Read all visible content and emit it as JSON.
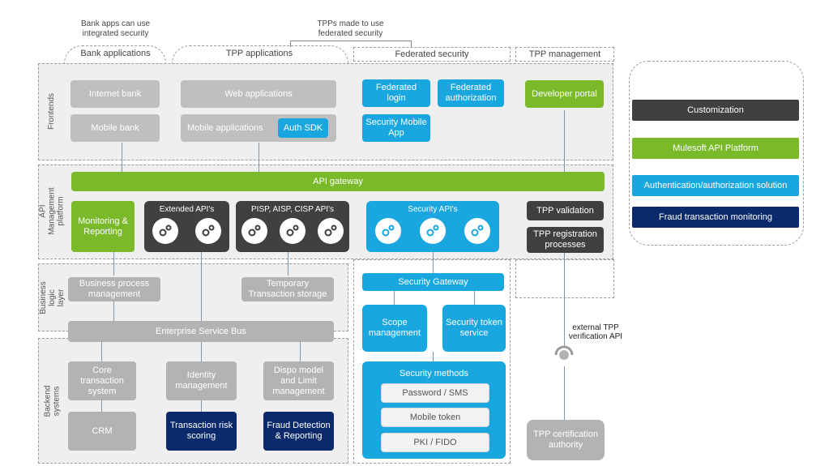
{
  "notes": {
    "bank_apps": "Bank apps can use integrated security",
    "tpps": "TPPs made to use federated security",
    "external_api": "external TPP verification API"
  },
  "column_headers": {
    "bank_applications": "Bank applications",
    "tpp_applications": "TPP applications",
    "federated_security": "Federated security",
    "tpp_management": "TPP management"
  },
  "layers": {
    "frontends": "Frontends",
    "api_management": "API Management platform",
    "business_logic": "Business logic layer",
    "backend": "Backend systems"
  },
  "frontends": {
    "internet_bank": "Internet bank",
    "mobile_bank": "Mobile bank",
    "web_applications": "Web applications",
    "mobile_applications": "Mobile applications",
    "auth_sdk": "Auth SDK",
    "federated_login": "Federated login",
    "federated_authorization": "Federated authorization",
    "security_mobile_app": "Security Mobile App",
    "developer_portal": "Developer portal"
  },
  "api_platform": {
    "api_gateway": "API gateway",
    "monitoring": "Monitoring & Reporting",
    "extended_apis": "Extended API's",
    "pisp_apis": "PISP, AISP, CISP API's",
    "security_apis": "Security API's",
    "tpp_validation": "TPP validation",
    "tpp_registration": "TPP registration processes"
  },
  "business_logic": {
    "business_process": "Business process management",
    "temporary_storage": "Temporary Transaction storage",
    "esb": "Enterprise Service Bus"
  },
  "security": {
    "gateway": "Security Gateway",
    "scope": "Scope management",
    "token_service": "Security token service",
    "methods": "Security methods",
    "password": "Password / SMS",
    "mobile_token": "Mobile token",
    "pki": "PKI / FIDO"
  },
  "backend": {
    "core": "Core transaction system",
    "identity": "Identity management",
    "dispo": "Dispo model and Limit management",
    "crm": "CRM",
    "risk": "Transaction risk scoring",
    "fraud": "Fraud Detection & Reporting"
  },
  "tpp_cert": "TPP certification authority",
  "legend": {
    "customization": "Customization",
    "mulesoft": "Mulesoft API Platform",
    "auth_solution": "Authentication/authorization solution",
    "fraud_monitoring": "Fraud transaction monitoring"
  },
  "colors": {
    "blue": "#1aa7e0",
    "green": "#7ab929",
    "dark": "#404040",
    "navy": "#0b2a6b",
    "grey": "#bfbfbf"
  }
}
